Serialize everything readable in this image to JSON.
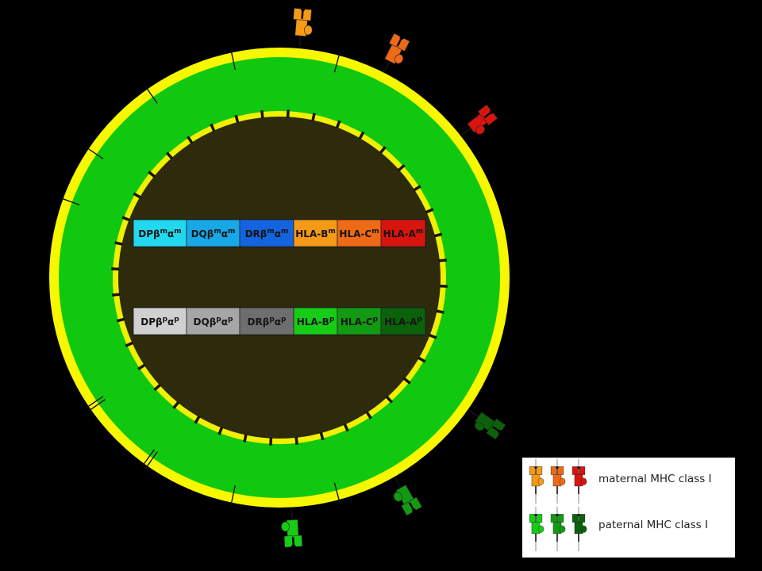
{
  "colors": {
    "background": "#000000",
    "membrane": "#f7f700",
    "cytoplasm": "#10c810",
    "nuclear_envelope": "#f0f000",
    "nucleus": "#2e2a0c",
    "chromosome_outline": "#1a1a1a"
  },
  "chromosomes": {
    "maternal": [
      {
        "gene": "DPβ",
        "sup1": "m",
        "mid": "α",
        "sup2": "m",
        "color": "#22d8ee"
      },
      {
        "gene": "DQβ",
        "sup1": "m",
        "mid": "α",
        "sup2": "m",
        "color": "#18a8e8"
      },
      {
        "gene": "DRβ",
        "sup1": "m",
        "mid": "α",
        "sup2": "m",
        "color": "#1464e0"
      },
      {
        "gene": "HLA-B",
        "sup1": "m",
        "mid": "",
        "sup2": "",
        "color": "#f59a16"
      },
      {
        "gene": "HLA-C",
        "sup1": "m",
        "mid": "",
        "sup2": "",
        "color": "#ee6a16"
      },
      {
        "gene": "HLA-A",
        "sup1": "m",
        "mid": "",
        "sup2": "",
        "color": "#d8140e"
      }
    ],
    "paternal": [
      {
        "gene": "DPβ",
        "sup1": "p",
        "mid": "α",
        "sup2": "p",
        "color": "#d0d0d0"
      },
      {
        "gene": "DQβ",
        "sup1": "p",
        "mid": "α",
        "sup2": "p",
        "color": "#a6a6a6"
      },
      {
        "gene": "DRβ",
        "sup1": "p",
        "mid": "α",
        "sup2": "p",
        "color": "#6e6e6e"
      },
      {
        "gene": "HLA-B",
        "sup1": "p",
        "mid": "",
        "sup2": "",
        "color": "#16cc16"
      },
      {
        "gene": "HLA-C",
        "sup1": "p",
        "mid": "",
        "sup2": "",
        "color": "#139a13"
      },
      {
        "gene": "HLA-A",
        "sup1": "p",
        "mid": "",
        "sup2": "",
        "color": "#0b620b"
      }
    ]
  },
  "surface_molecules": [
    {
      "origin": "maternal",
      "gene": "HLA-B",
      "color": "#f59a16"
    },
    {
      "origin": "maternal",
      "gene": "HLA-C",
      "color": "#ee6a16"
    },
    {
      "origin": "maternal",
      "gene": "HLA-A",
      "color": "#d8140e"
    },
    {
      "origin": "paternal",
      "gene": "HLA-A",
      "color": "#0b620b"
    },
    {
      "origin": "paternal",
      "gene": "HLA-C",
      "color": "#139a13"
    },
    {
      "origin": "paternal",
      "gene": "HLA-B",
      "color": "#16cc16"
    }
  ],
  "legend": {
    "maternal_label": "maternal MHC class I",
    "paternal_label": "paternal MHC class I",
    "maternal_colors": [
      "#f59a16",
      "#ee6a16",
      "#d8140e"
    ],
    "paternal_colors": [
      "#16cc16",
      "#139a13",
      "#0b620b"
    ]
  }
}
